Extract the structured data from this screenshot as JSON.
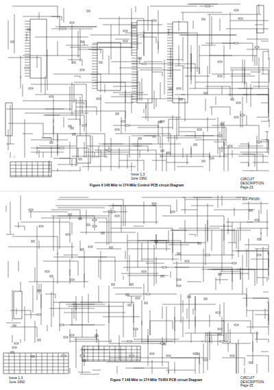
{
  "diagram": {
    "labels": [
      "Issue 1.3 June 1992",
      "Figure 6   148 MHz to 174 MHz Control PCB circuit Diagram",
      "CIRCUIT DESCRIPTION Page 23",
      "302-PM150",
      "Issue 1.3 June 1992",
      "Figure 7   148 MHz to 174 MHz TX/RX PCB circuit Diagram",
      "CIRCUIT DESCRIPTION Page 25"
    ]
  }
}
